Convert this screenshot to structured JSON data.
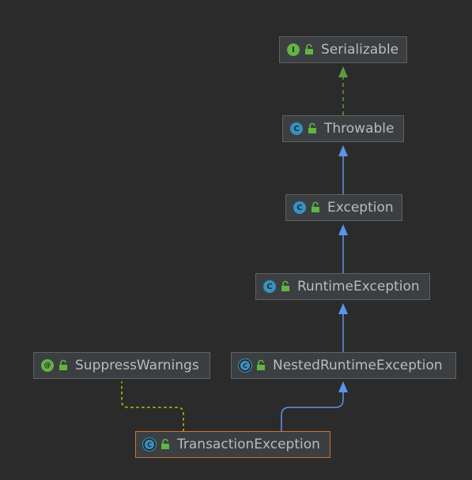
{
  "colors": {
    "background": "#2b2b2b",
    "node_fill": "#3c3f41",
    "node_border": "#5f6265",
    "selected_border": "#c57633",
    "text": "#bbbbbb",
    "extends_edge": "#5c94e8",
    "implements_edge": "#5f9a3f",
    "annotation_edge": "#9aa300"
  },
  "nodes": {
    "serializable": {
      "label": "Serializable",
      "kind": "interface",
      "icon_letter": "I"
    },
    "throwable": {
      "label": "Throwable",
      "kind": "class",
      "icon_letter": "C"
    },
    "exception": {
      "label": "Exception",
      "kind": "class",
      "icon_letter": "C"
    },
    "runtime_exception": {
      "label": "RuntimeException",
      "kind": "class",
      "icon_letter": "C"
    },
    "nested_runtime_exception": {
      "label": "NestedRuntimeException",
      "kind": "abstract-class",
      "icon_letter": "C"
    },
    "suppress_warnings": {
      "label": "SuppressWarnings",
      "kind": "annotation",
      "icon_letter": "@"
    },
    "transaction_exception": {
      "label": "TransactionException",
      "kind": "abstract-class",
      "icon_letter": "C",
      "selected": true
    }
  },
  "edges": [
    {
      "from": "throwable",
      "to": "serializable",
      "type": "implements"
    },
    {
      "from": "exception",
      "to": "throwable",
      "type": "extends"
    },
    {
      "from": "runtime_exception",
      "to": "exception",
      "type": "extends"
    },
    {
      "from": "nested_runtime_exception",
      "to": "runtime_exception",
      "type": "extends"
    },
    {
      "from": "transaction_exception",
      "to": "nested_runtime_exception",
      "type": "extends"
    },
    {
      "from": "transaction_exception",
      "to": "suppress_warnings",
      "type": "annotated-with"
    }
  ]
}
